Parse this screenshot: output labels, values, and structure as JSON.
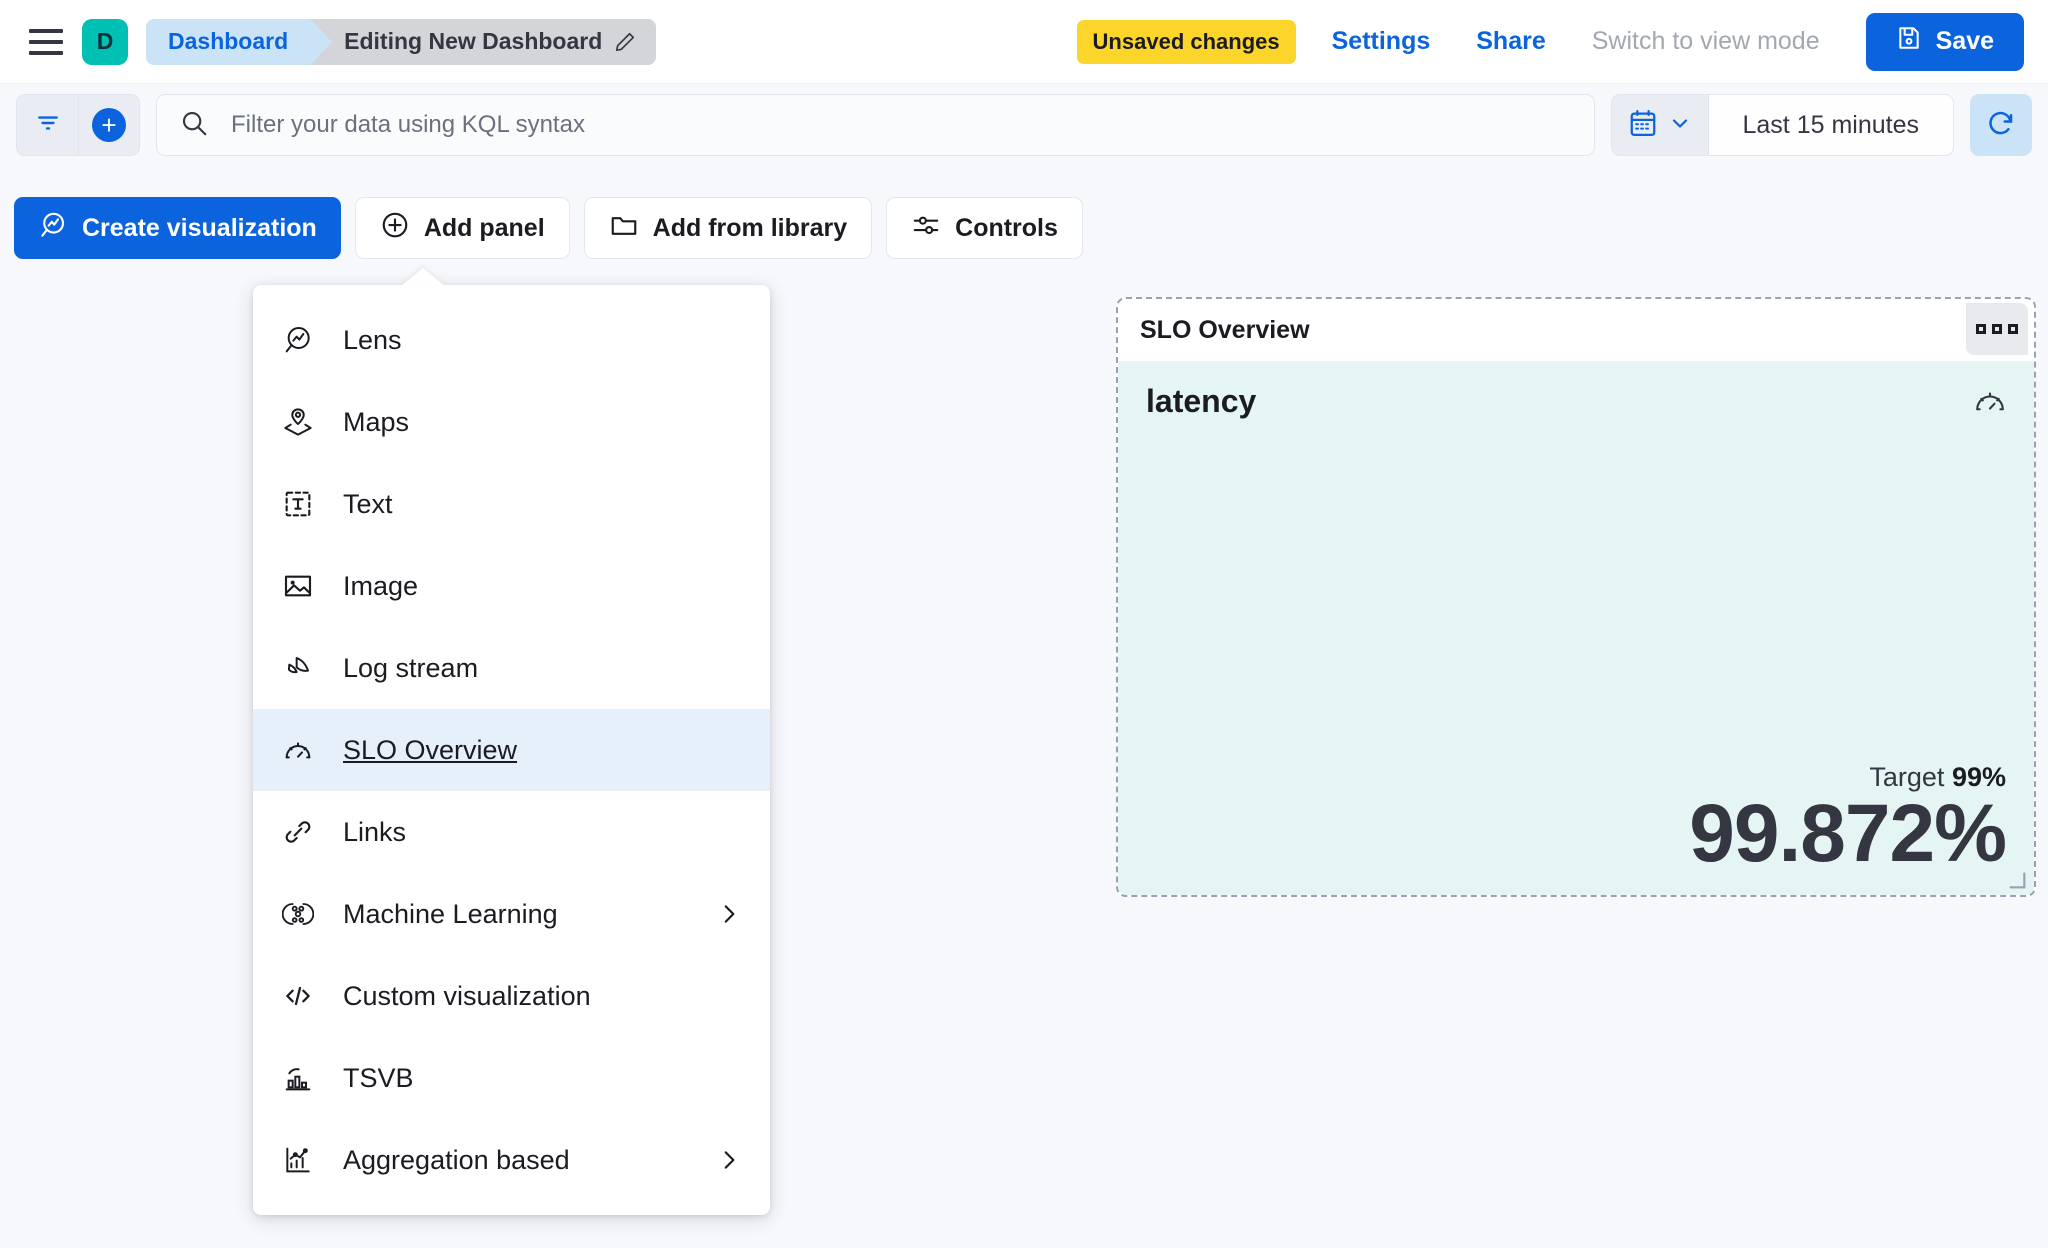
{
  "topnav": {
    "menu_icon": "hamburger-icon",
    "space_initial": "D",
    "breadcrumb_root": "Dashboard",
    "breadcrumb_current": "Editing New Dashboard",
    "edit_icon": "pencil-icon",
    "unsaved_badge": "Unsaved changes",
    "settings_link": "Settings",
    "share_link": "Share",
    "view_mode_link": "Switch to view mode",
    "save_label": "Save",
    "save_icon": "save-disk-icon",
    "accent_blue": "#0B64DD",
    "badge_yellow": "#FCD52B",
    "space_teal": "#00BFB3"
  },
  "querybar": {
    "filter_icon": "filter-icon",
    "add_filter_icon": "plus-circle-icon",
    "search_icon": "search-icon",
    "kql_placeholder": "Filter your data using KQL syntax",
    "kql_value": "",
    "calendar_icon": "calendar-icon",
    "chevron_icon": "chevron-down-icon",
    "time_range": "Last 15 minutes",
    "refresh_icon": "refresh-icon"
  },
  "toolbar": {
    "create_visualization": "Create visualization",
    "create_visualization_icon": "lens-icon",
    "add_panel": "Add panel",
    "add_panel_icon": "plus-circle-icon",
    "add_from_library": "Add from library",
    "add_from_library_icon": "folder-icon",
    "controls": "Controls",
    "controls_icon": "sliders-icon"
  },
  "add_panel_menu": {
    "open": true,
    "items": [
      {
        "label": "Lens",
        "icon": "lens-icon",
        "selected": false,
        "submenu": false
      },
      {
        "label": "Maps",
        "icon": "map-marker-layers-icon",
        "selected": false,
        "submenu": false
      },
      {
        "label": "Text",
        "icon": "text-box-icon",
        "selected": false,
        "submenu": false
      },
      {
        "label": "Image",
        "icon": "image-icon",
        "selected": false,
        "submenu": false
      },
      {
        "label": "Log stream",
        "icon": "log-stream-icon",
        "selected": false,
        "submenu": false
      },
      {
        "label": "SLO Overview",
        "icon": "gauge-icon",
        "selected": true,
        "submenu": false
      },
      {
        "label": "Links",
        "icon": "link-icon",
        "selected": false,
        "submenu": false
      },
      {
        "label": "Machine Learning",
        "icon": "machine-learning-icon",
        "selected": false,
        "submenu": true
      },
      {
        "label": "Custom visualization",
        "icon": "code-icon",
        "selected": false,
        "submenu": false
      },
      {
        "label": "TSVB",
        "icon": "tsvb-chart-icon",
        "selected": false,
        "submenu": false
      },
      {
        "label": "Aggregation based",
        "icon": "aggregation-chart-icon",
        "selected": false,
        "submenu": true
      }
    ]
  },
  "slo_panel": {
    "title": "SLO Overview",
    "menu_icon": "panel-context-menu-icon",
    "slo_name": "latency",
    "type_icon": "gauge-icon",
    "target_label": "Target",
    "target_value": "99%",
    "sli_value": "99.872%",
    "background": "#E4F5F3",
    "resize_icon": "resize-handle-icon"
  }
}
